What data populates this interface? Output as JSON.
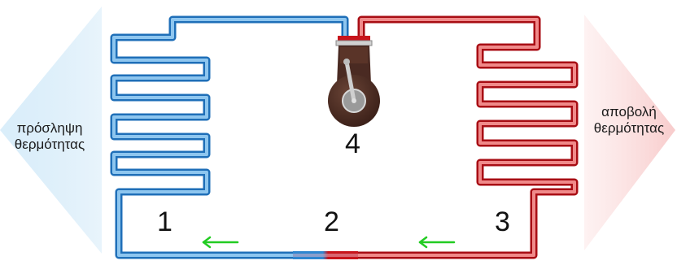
{
  "labels": {
    "heat_absorption_line1": "πρόσληψη",
    "heat_absorption_line2": "θερμότητας",
    "heat_rejection_line1": "αποβολή",
    "heat_rejection_line2": "θερμότητας"
  },
  "stages": {
    "evaporator": "1",
    "expansion": "2",
    "condenser": "3",
    "compressor": "4"
  },
  "colors": {
    "cold_pipe": "#2f86d0",
    "cold_pipe_light": "#8ec6ef",
    "hot_pipe": "#c8141b",
    "hot_pipe_light": "#f08a8a",
    "cold_arrow": "#bfe0f5",
    "hot_arrow": "#fbdada",
    "flow_arrow": "#22cc22",
    "compressor_body": "#4a2a22"
  },
  "icons": {
    "compressor": "piston-compressor-icon",
    "flow_arrows": "left-arrow-icon"
  }
}
